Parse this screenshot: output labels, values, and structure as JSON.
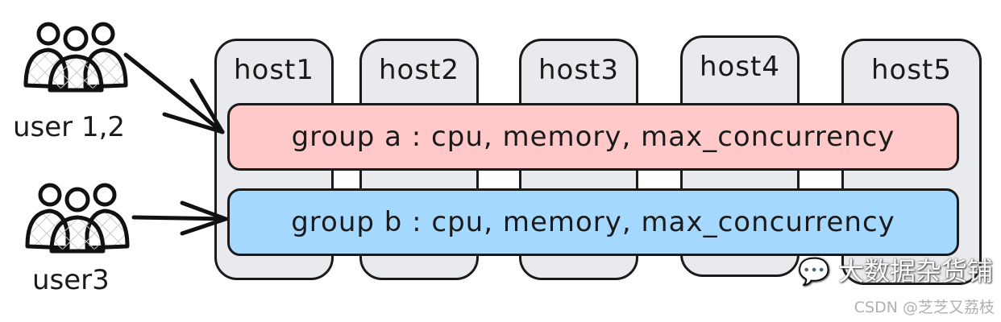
{
  "hosts": [
    {
      "label": "host1"
    },
    {
      "label": "host2"
    },
    {
      "label": "host3"
    },
    {
      "label": "host4"
    },
    {
      "label": "host5"
    }
  ],
  "groups": [
    {
      "label": "group a : cpu, memory, max_concurrency",
      "color": "#ffc9c9"
    },
    {
      "label": "group b : cpu, memory, max_concurrency",
      "color": "#a5d8ff"
    }
  ],
  "users": [
    {
      "label": "user 1,2",
      "icon": "users-group-icon",
      "target": "group a"
    },
    {
      "label": "user3",
      "icon": "users-group-icon",
      "target": "group b"
    }
  ],
  "colors": {
    "host_fill": "#e9eaee",
    "stroke": "#1a1a1a"
  },
  "watermark": {
    "wechat_text": "大数据杂货铺",
    "csdn_text": "CSDN @芝芝又荔枝"
  }
}
